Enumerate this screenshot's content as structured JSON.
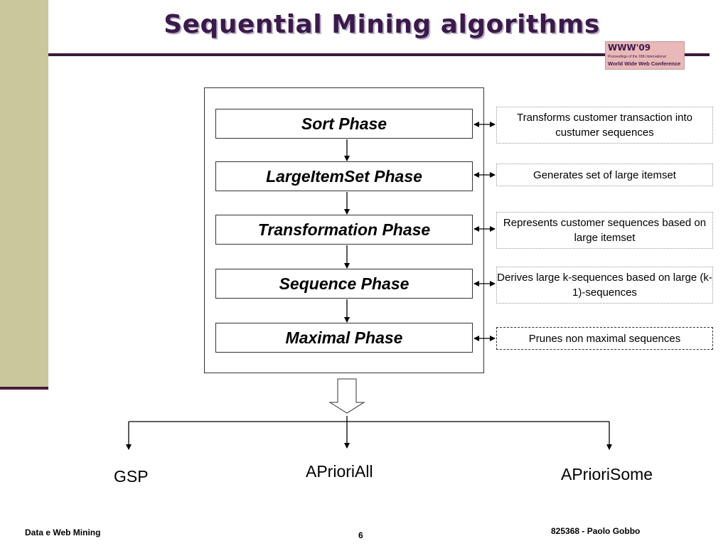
{
  "slide": {
    "title": "Sequential Mining algorithms"
  },
  "logo": {
    "title": "WWW'09",
    "subtitle": "Proceedings of the 18th International",
    "conference": "World Wide Web Conference"
  },
  "phases": [
    {
      "label": "Sort Phase",
      "description": "Transforms customer transaction into custumer sequences"
    },
    {
      "label": "LargeItemSet Phase",
      "description": "Generates set of large itemset"
    },
    {
      "label": "Transformation Phase",
      "description": "Represents customer sequences based on large itemset"
    },
    {
      "label": "Sequence Phase",
      "description": "Derives large k-sequences based on large (k-1)-sequences"
    },
    {
      "label": "Maximal Phase",
      "description": "Prunes non maximal sequences"
    }
  ],
  "algorithms": [
    "GSP",
    "APrioriAll",
    "APrioriSome"
  ],
  "footer": {
    "left": "Data e Web Mining",
    "page": "6",
    "right": "825368 - Paolo Gobbo"
  }
}
